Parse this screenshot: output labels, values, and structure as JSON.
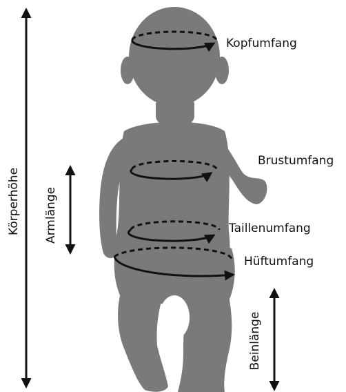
{
  "labels": {
    "koerperhoehe": "Körperhöhe",
    "armlaenge": "Armlänge",
    "beinlaenge": "Beinlänge",
    "kopfumfang": "Kopfumfang",
    "brustumfang": "Brustumfang",
    "taillenumfang": "Taillenumfang",
    "hueftumfang": "Hüftumfang"
  },
  "colors": {
    "silhouette": "#7a7a7a",
    "lines": "#111111",
    "background": "#ffffff"
  },
  "icons": {
    "figure": "baby-silhouette-icon"
  }
}
